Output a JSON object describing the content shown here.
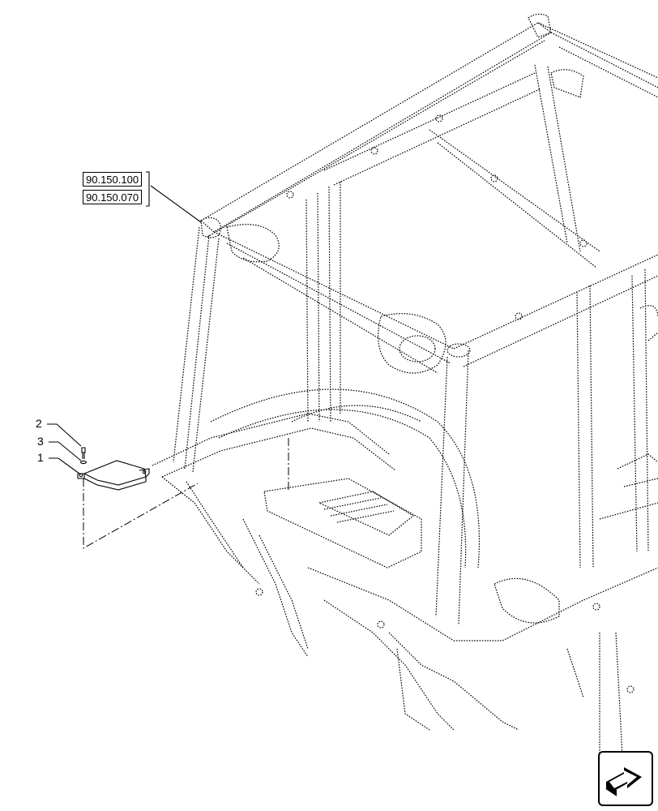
{
  "references": [
    "90.150.100",
    "90.150.070"
  ],
  "callouts": [
    {
      "label": "2"
    },
    {
      "label": "3"
    },
    {
      "label": "1"
    }
  ],
  "icons": {
    "next": "next-page-arrow-icon"
  }
}
